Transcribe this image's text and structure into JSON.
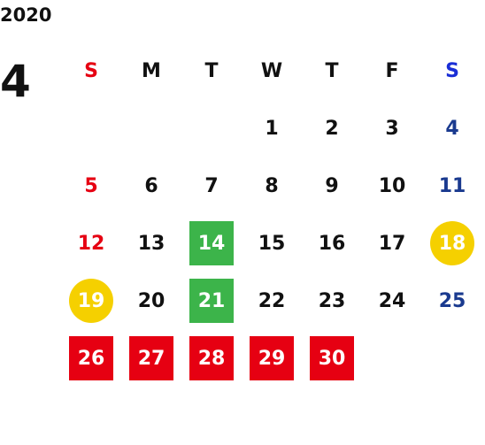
{
  "year": "2020",
  "month": "4",
  "weekday_headers": [
    {
      "label": "S",
      "color": "#e60012"
    },
    {
      "label": "M",
      "color": "#111111"
    },
    {
      "label": "T",
      "color": "#111111"
    },
    {
      "label": "W",
      "color": "#111111"
    },
    {
      "label": "T",
      "color": "#111111"
    },
    {
      "label": "F",
      "color": "#111111"
    },
    {
      "label": "S",
      "color": "#1a2ed6"
    }
  ],
  "colors": {
    "sunday": "#e60012",
    "saturday": "#1a3a8f",
    "weekday": "#111111",
    "holiday_circle": "#f5d000",
    "green_marker": "#3cb44a",
    "red_marker": "#e60012"
  },
  "weeks": [
    [
      null,
      null,
      null,
      {
        "day": "1"
      },
      {
        "day": "2"
      },
      {
        "day": "3"
      },
      {
        "day": "4"
      }
    ],
    [
      {
        "day": "5"
      },
      {
        "day": "6"
      },
      {
        "day": "7"
      },
      {
        "day": "8"
      },
      {
        "day": "9"
      },
      {
        "day": "10"
      },
      {
        "day": "11"
      }
    ],
    [
      {
        "day": "12"
      },
      {
        "day": "13"
      },
      {
        "day": "14",
        "marker": "green"
      },
      {
        "day": "15"
      },
      {
        "day": "16"
      },
      {
        "day": "17"
      },
      {
        "day": "18",
        "marker": "yellow-circle"
      }
    ],
    [
      {
        "day": "19",
        "marker": "yellow-circle"
      },
      {
        "day": "20"
      },
      {
        "day": "21",
        "marker": "green"
      },
      {
        "day": "22"
      },
      {
        "day": "23"
      },
      {
        "day": "24"
      },
      {
        "day": "25"
      }
    ],
    [
      {
        "day": "26",
        "marker": "red"
      },
      {
        "day": "27",
        "marker": "red"
      },
      {
        "day": "28",
        "marker": "red"
      },
      {
        "day": "29",
        "marker": "red"
      },
      {
        "day": "30",
        "marker": "red"
      },
      null,
      null
    ]
  ]
}
